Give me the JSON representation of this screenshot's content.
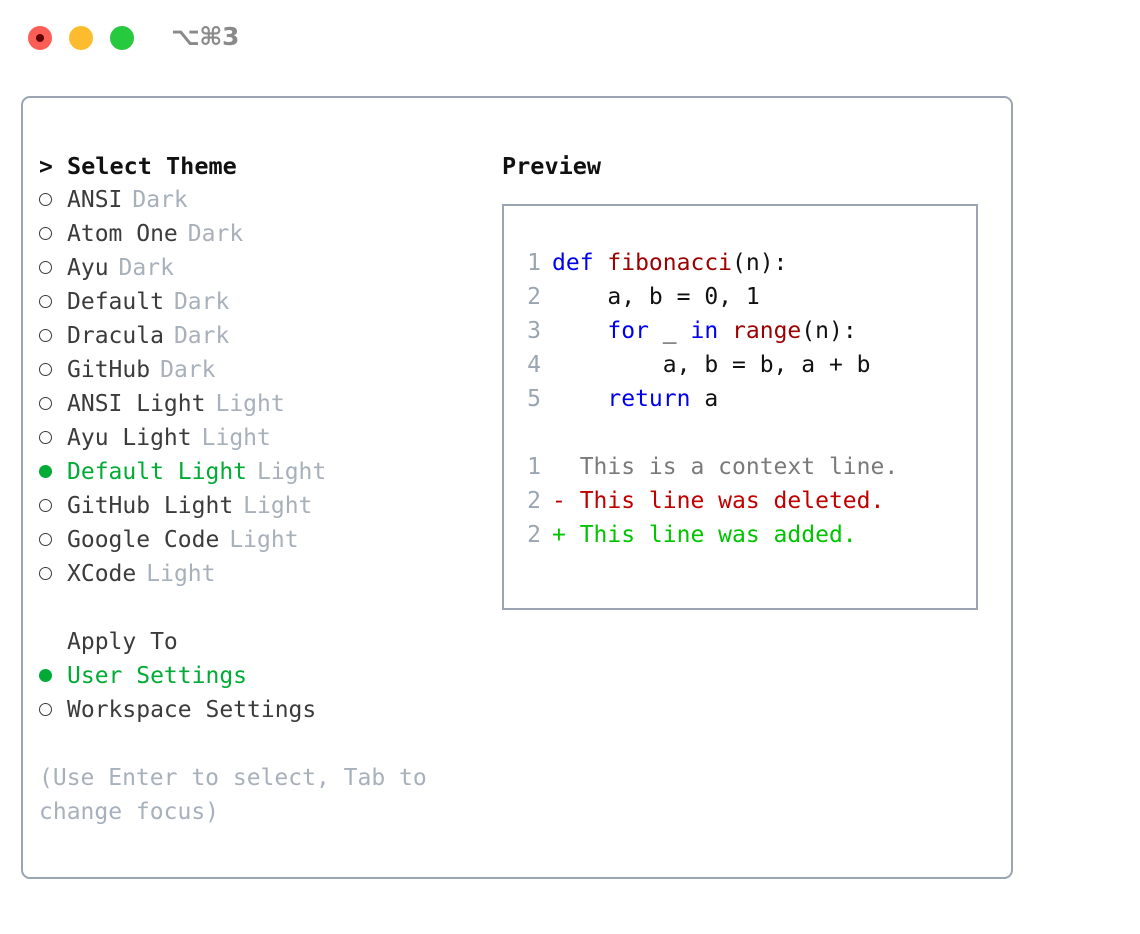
{
  "window": {
    "shortcut": "⌥⌘3",
    "controls": [
      {
        "name": "close",
        "color": "#fc5d55"
      },
      {
        "name": "minimize",
        "color": "#fdbc2e"
      },
      {
        "name": "maximize",
        "color": "#27c93f"
      }
    ]
  },
  "theme_panel": {
    "prompt": ">",
    "title": "Select Theme",
    "items": [
      {
        "marker": "ring",
        "name": "ANSI",
        "kind": "Dark",
        "selected": false
      },
      {
        "marker": "ring",
        "name": "Atom One",
        "kind": "Dark",
        "selected": false
      },
      {
        "marker": "ring",
        "name": "Ayu",
        "kind": "Dark",
        "selected": false
      },
      {
        "marker": "ring",
        "name": "Default",
        "kind": "Dark",
        "selected": false
      },
      {
        "marker": "ring",
        "name": "Dracula",
        "kind": "Dark",
        "selected": false
      },
      {
        "marker": "ring",
        "name": "GitHub",
        "kind": "Dark",
        "selected": false
      },
      {
        "marker": "ring",
        "name": "ANSI Light",
        "kind": "Light",
        "selected": false
      },
      {
        "marker": "ring",
        "name": "Ayu Light",
        "kind": "Light",
        "selected": false
      },
      {
        "marker": "dot",
        "name": "Default Light",
        "kind": "Light",
        "selected": true
      },
      {
        "marker": "ring",
        "name": "GitHub Light",
        "kind": "Light",
        "selected": false
      },
      {
        "marker": "ring",
        "name": "Google Code",
        "kind": "Light",
        "selected": false
      },
      {
        "marker": "ring",
        "name": "XCode",
        "kind": "Light",
        "selected": false
      }
    ]
  },
  "apply_to": {
    "label": "Apply To",
    "options": [
      {
        "marker": "dot",
        "name": "User Settings",
        "selected": true
      },
      {
        "marker": "ring",
        "name": "Workspace Settings",
        "selected": false
      }
    ]
  },
  "hint": "(Use Enter to select, Tab to change focus)",
  "preview": {
    "title": "Preview",
    "code_lines": [
      {
        "no": "1",
        "tokens": [
          {
            "t": "def ",
            "c": "kw"
          },
          {
            "t": "fibonacci",
            "c": "fn"
          },
          {
            "t": "(n):",
            "c": "pl"
          }
        ]
      },
      {
        "no": "2",
        "tokens": [
          {
            "t": "    a, b = 0, 1",
            "c": "pl"
          }
        ]
      },
      {
        "no": "3",
        "tokens": [
          {
            "t": "    ",
            "c": "pl"
          },
          {
            "t": "for",
            "c": "kw"
          },
          {
            "t": " _ ",
            "c": "pl"
          },
          {
            "t": "in",
            "c": "kw"
          },
          {
            "t": " ",
            "c": "pl"
          },
          {
            "t": "range",
            "c": "fn"
          },
          {
            "t": "(n):",
            "c": "pl"
          }
        ]
      },
      {
        "no": "4",
        "tokens": [
          {
            "t": "        a, b = b, a + b",
            "c": "pl"
          }
        ]
      },
      {
        "no": "5",
        "tokens": [
          {
            "t": "    ",
            "c": "pl"
          },
          {
            "t": "return",
            "c": "kw"
          },
          {
            "t": " a",
            "c": "pl"
          }
        ]
      }
    ],
    "diff_lines": [
      {
        "no": "1",
        "sign": " ",
        "text": "  This is a context line.",
        "c": "ctx"
      },
      {
        "no": "2",
        "sign": " ",
        "text": "- This line was deleted.",
        "c": "del"
      },
      {
        "no": "2",
        "sign": " ",
        "text": "+ This line was added.",
        "c": "add"
      }
    ]
  },
  "colors": {
    "accent_green": "#00ab36",
    "keyword_blue": "#0000ee",
    "function_red": "#9c0000",
    "diff_delete": "#c00000",
    "diff_add": "#00c400",
    "muted": "#a7b0bb",
    "border": "#9aa5b1"
  }
}
